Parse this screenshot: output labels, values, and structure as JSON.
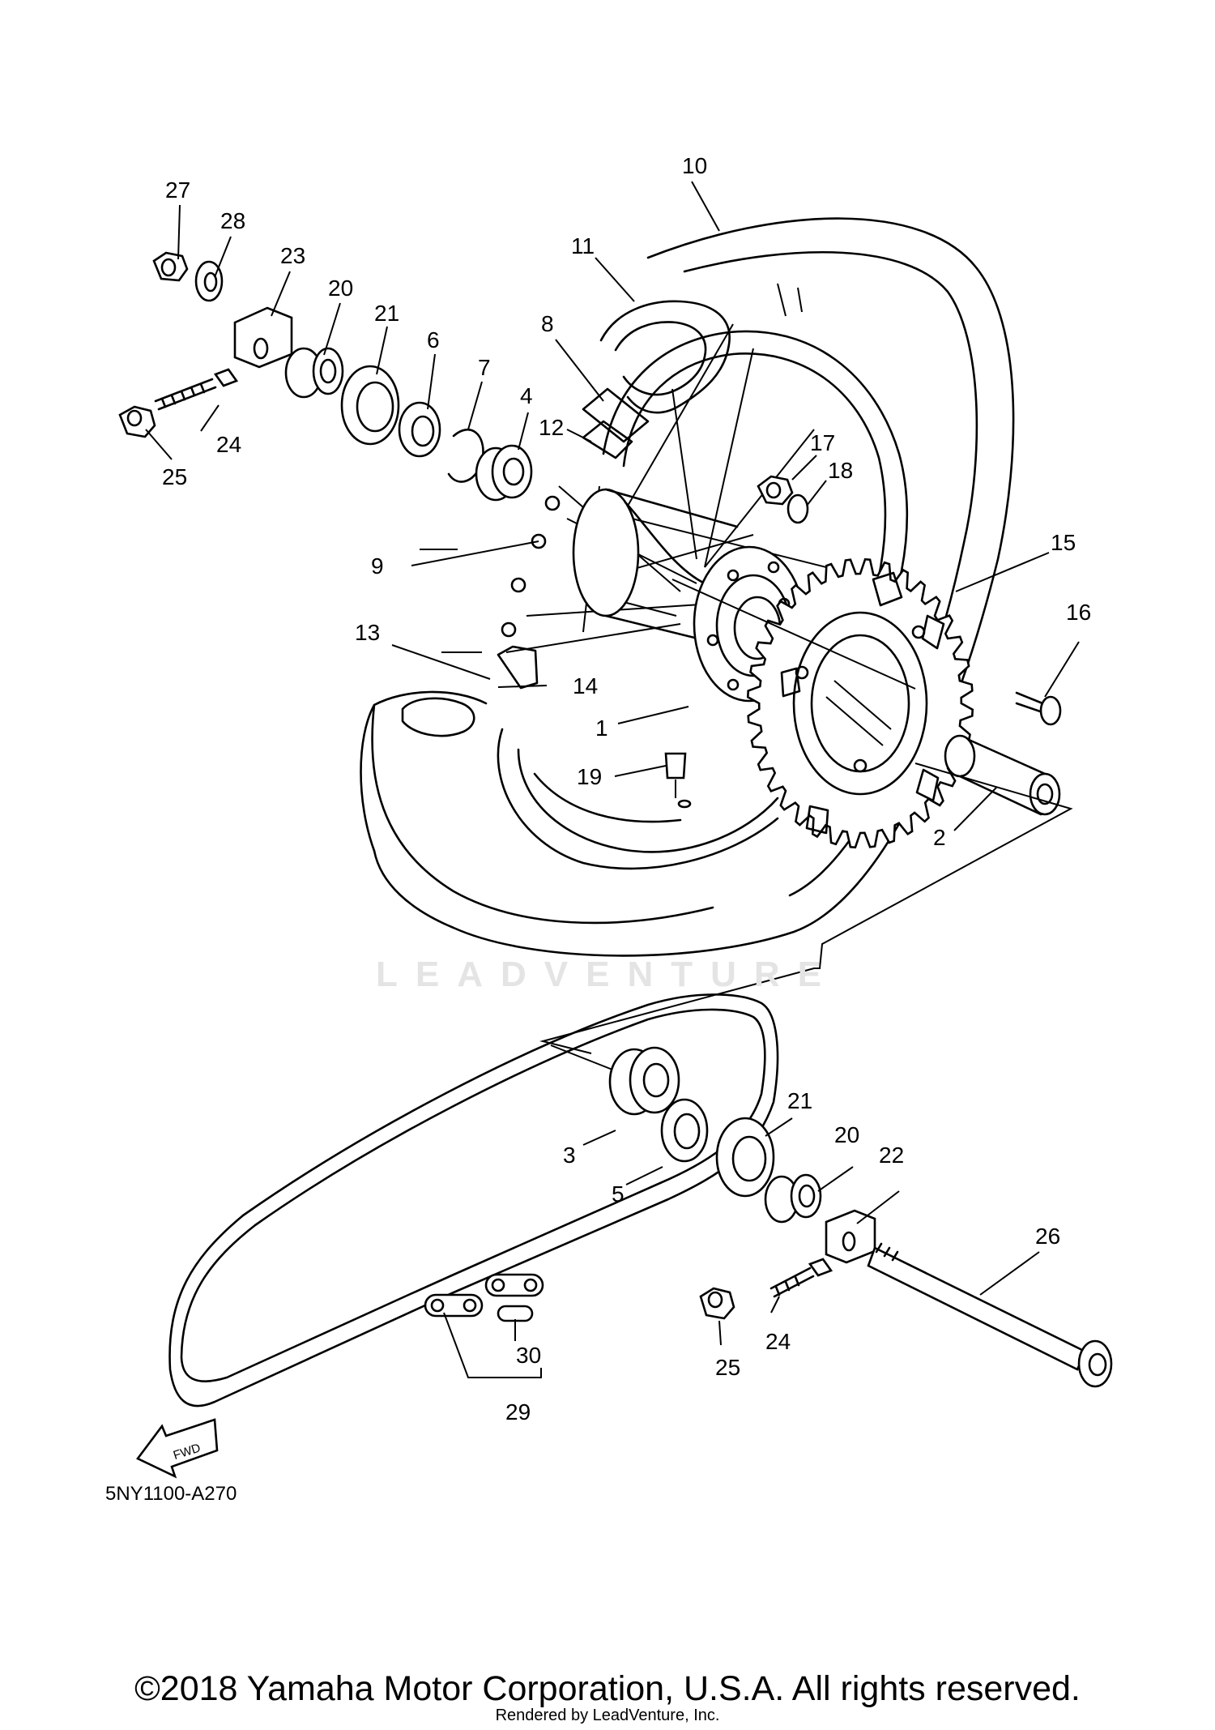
{
  "diagram": {
    "diagram_code": "5NY1100-A270",
    "watermark": "LEADVENTURE",
    "fwd_label": "FWD",
    "copyright": "©2018 Yamaha Motor Corporation, U.S.A. All rights reserved.",
    "rendered_by": "Rendered by LeadVenture, Inc.",
    "callouts": [
      {
        "id": "10",
        "label": "10"
      },
      {
        "id": "11",
        "label": "11"
      },
      {
        "id": "27",
        "label": "27"
      },
      {
        "id": "28",
        "label": "28"
      },
      {
        "id": "23",
        "label": "23"
      },
      {
        "id": "20a",
        "label": "20"
      },
      {
        "id": "21a",
        "label": "21"
      },
      {
        "id": "6",
        "label": "6"
      },
      {
        "id": "7",
        "label": "7"
      },
      {
        "id": "4",
        "label": "4"
      },
      {
        "id": "8",
        "label": "8"
      },
      {
        "id": "12",
        "label": "12"
      },
      {
        "id": "24a",
        "label": "24"
      },
      {
        "id": "25a",
        "label": "25"
      },
      {
        "id": "17",
        "label": "17"
      },
      {
        "id": "18",
        "label": "18"
      },
      {
        "id": "9",
        "label": "9"
      },
      {
        "id": "15",
        "label": "15"
      },
      {
        "id": "16",
        "label": "16"
      },
      {
        "id": "13",
        "label": "13"
      },
      {
        "id": "14",
        "label": "14"
      },
      {
        "id": "1",
        "label": "1"
      },
      {
        "id": "19",
        "label": "19"
      },
      {
        "id": "2",
        "label": "2"
      },
      {
        "id": "21b",
        "label": "21"
      },
      {
        "id": "20b",
        "label": "20"
      },
      {
        "id": "22",
        "label": "22"
      },
      {
        "id": "3",
        "label": "3"
      },
      {
        "id": "5",
        "label": "5"
      },
      {
        "id": "26",
        "label": "26"
      },
      {
        "id": "30",
        "label": "30"
      },
      {
        "id": "24b",
        "label": "24"
      },
      {
        "id": "25b",
        "label": "25"
      },
      {
        "id": "29",
        "label": "29"
      }
    ]
  }
}
